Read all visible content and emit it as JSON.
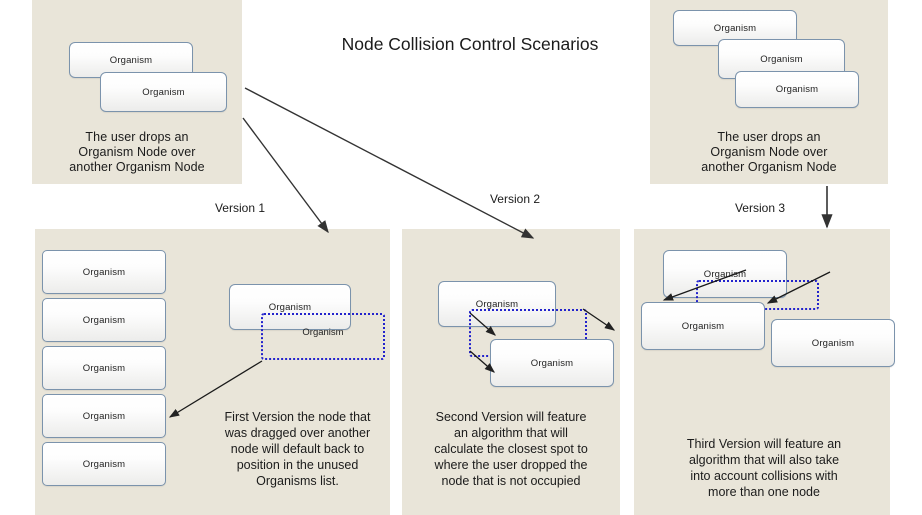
{
  "title": "Node Collision Control Scenarios",
  "node_label": "Organism",
  "colors": {
    "panel_background": "#e9e5d9",
    "page_background": "#ffffff",
    "node_border": "#7b93ac",
    "ghost_outline": "#2222cc",
    "text": "#1b1b1b",
    "arrow": "#333333"
  },
  "top": {
    "left_panel": {
      "caption": "The user drops an\nOrganism Node over\nanother Organism Node",
      "caption_lines": [
        "The user drops an",
        "Organism Node over",
        "another Organism Node"
      ],
      "nodes": [
        {
          "label": "Organism"
        },
        {
          "label": "Organism"
        }
      ]
    },
    "right_panel": {
      "caption_lines": [
        "The user drops an",
        "Organism Node over",
        "another Organism Node"
      ],
      "nodes": [
        {
          "label": "Organism"
        },
        {
          "label": "Organism"
        },
        {
          "label": "Organism"
        }
      ]
    }
  },
  "version_labels": {
    "v1": "Version 1",
    "v2": "Version 2",
    "v3": "Version 3"
  },
  "versions": [
    {
      "id": "version-1",
      "label": "Version 1",
      "description_lines": [
        "First Version the node that",
        "was dragged over another",
        "node will default back to",
        "position in the unused",
        "Organisms list."
      ],
      "list_nodes": [
        {
          "label": "Organism"
        },
        {
          "label": "Organism"
        },
        {
          "label": "Organism"
        },
        {
          "label": "Organism"
        },
        {
          "label": "Organism"
        }
      ],
      "scene_nodes": [
        {
          "label": "Organism"
        },
        {
          "label": "Organism"
        }
      ]
    },
    {
      "id": "version-2",
      "label": "Version 2",
      "description_lines": [
        "Second Version will feature",
        "an algorithm that will",
        "calculate the closest spot to",
        "where the user dropped the",
        "node that is not occupied"
      ],
      "scene_nodes": [
        {
          "label": "Organism"
        },
        {
          "label": "Organism"
        }
      ]
    },
    {
      "id": "version-3",
      "label": "Version 3",
      "description_lines": [
        "Third Version will feature an",
        "algorithm that will also take",
        "into account collisions with",
        "more than one node"
      ],
      "scene_nodes": [
        {
          "label": "Organism"
        },
        {
          "label": "Organism"
        },
        {
          "label": "Organism"
        }
      ]
    }
  ]
}
